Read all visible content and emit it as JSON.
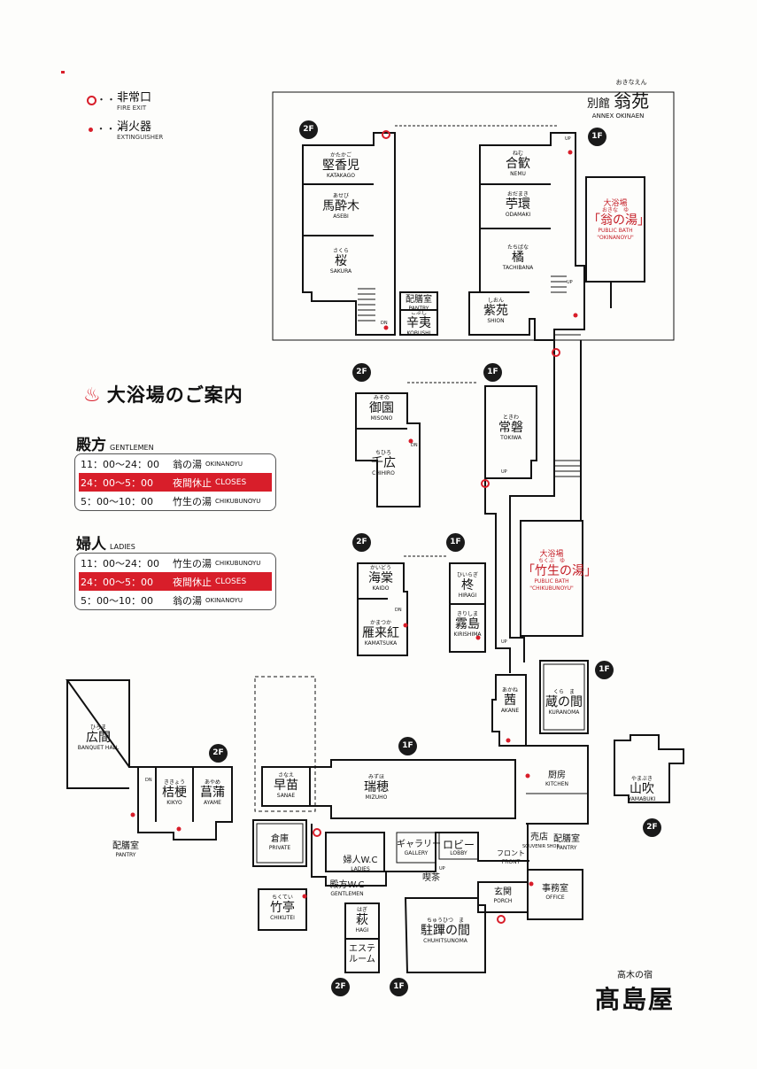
{
  "legend": {
    "fire_exit": {
      "jp": "非常口",
      "en": "FIRE EXIT"
    },
    "extinguisher": {
      "jp": "消火器",
      "en": "EXTINGUISHER"
    },
    "dots": "・・・"
  },
  "annex": {
    "rb": "おきなえん",
    "prefix": "別館",
    "name": "翁苑",
    "en": "ANNEX OKINAEN"
  },
  "guide": {
    "title": "大浴場のご案内",
    "icon": "♨",
    "gentlemen": {
      "head_jp": "殿方",
      "head_en": "GENTLEMEN",
      "rows": [
        {
          "time": "11：00〜24：00",
          "bath": "翁の湯",
          "en": "OKINANOYU"
        },
        {
          "time": "24：00〜5：00",
          "bath": "夜間休止",
          "en": "CLOSES"
        },
        {
          "time": "5：00〜10：00",
          "bath": "竹生の湯",
          "en": "CHIKUBUNOYU"
        }
      ]
    },
    "ladies": {
      "head_jp": "婦人",
      "head_en": "LADIES",
      "rows": [
        {
          "time": "11：00〜24：00",
          "bath": "竹生の湯",
          "en": "CHIKUBUNOYU"
        },
        {
          "time": "24：00〜5：00",
          "bath": "夜間休止",
          "en": "CLOSES"
        },
        {
          "time": "5：00〜10：00",
          "bath": "翁の湯",
          "en": "OKINANOYU"
        }
      ]
    }
  },
  "floors": {
    "f1": "1F",
    "f2": "2F"
  },
  "rooms": {
    "katakago": {
      "rb": "かたかご",
      "jp": "堅香児",
      "en": "KATAKAGO"
    },
    "asebi": {
      "rb": "あせび",
      "jp": "馬酔木",
      "en": "ASEBI"
    },
    "sakura": {
      "rb": "さくら",
      "jp": "桜",
      "en": "SAKURA"
    },
    "pantry_a": {
      "jp": "配膳室",
      "en": "PANTRY"
    },
    "kobushi": {
      "rb": "こぶし",
      "jp": "辛夷",
      "en": "KOBUSHI"
    },
    "nemu": {
      "rb": "ねむ",
      "jp": "合歓",
      "en": "NEMU"
    },
    "odamaki": {
      "rb": "おだまき",
      "jp": "苧環",
      "en": "ODAMAKI"
    },
    "tachibana": {
      "rb": "たちばな",
      "jp": "橘",
      "en": "TACHIBANA"
    },
    "shion": {
      "rb": "しおん",
      "jp": "紫苑",
      "en": "SHION"
    },
    "okinanoyu": {
      "head": "大浴場",
      "rb": "おきな　ゆ",
      "jp": "「翁の湯」",
      "en1": "PUBLIC BATH",
      "en2": "\"OKINANOYU\""
    },
    "misono": {
      "rb": "みその",
      "jp": "御園",
      "en": "MISONO"
    },
    "chihiro": {
      "rb": "ちひろ",
      "jp": "千広",
      "en": "CHIHIRO"
    },
    "tokiwa": {
      "rb": "ときわ",
      "jp": "常磐",
      "en": "TOKIWA"
    },
    "kaido": {
      "rb": "かいどう",
      "jp": "海棠",
      "en": "KAIDO"
    },
    "kamatsuka": {
      "rb": "かまつか",
      "jp": "雁来紅",
      "en": "KAMATSUKA"
    },
    "hiiragi": {
      "rb": "ひいらぎ",
      "jp": "柊",
      "en": "HIRAGI"
    },
    "kirishima": {
      "rb": "きりしま",
      "jp": "霧島",
      "en": "KIRISHIMA"
    },
    "chikubunoyu": {
      "head": "大浴場",
      "rb": "ちくぶ　ゆ",
      "jp": "「竹生の湯」",
      "en1": "PUBLIC BATH",
      "en2": "\"CHIKUBUNOYU\""
    },
    "akane": {
      "rb": "あかね",
      "jp": "茜",
      "en": "AKANE"
    },
    "kuranoma": {
      "rb": "くら　ま",
      "jp": "蔵の間",
      "en": "KURANOMA"
    },
    "hiroma": {
      "rb": "ひろま",
      "jp": "広間",
      "en": "BANQUET HALL"
    },
    "kikyo": {
      "rb": "ききょう",
      "jp": "桔梗",
      "en": "KIKYO"
    },
    "ayame": {
      "rb": "あやめ",
      "jp": "菖蒲",
      "en": "AYAME"
    },
    "pantry_b": {
      "jp": "配膳室",
      "en": "PANTRY"
    },
    "sanae": {
      "rb": "さなえ",
      "jp": "早苗",
      "en": "SANAE"
    },
    "mizuho": {
      "rb": "みずほ",
      "jp": "瑞穂",
      "en": "MIZUHO"
    },
    "kitchen": {
      "jp": "厨房",
      "en": "KITCHEN"
    },
    "yamabuki": {
      "rb": "やまぶき",
      "jp": "山吹",
      "en": "YAMABUKI"
    },
    "private": {
      "jp": "倉庫",
      "en": "PRIVATE"
    },
    "ladies_wc": {
      "jp": "婦人W.C",
      "en": "LADIES"
    },
    "gentlemen_wc": {
      "jp": "殿方W.C",
      "en": "GENTLEMEN"
    },
    "gallery": {
      "jp": "ギャラリー",
      "en": "GALLERY"
    },
    "lobby": {
      "jp": "ロビー",
      "en": "LOBBY"
    },
    "kissa": {
      "jp": "喫茶"
    },
    "front": {
      "jp": "フロント",
      "en": "FRONT"
    },
    "shop": {
      "jp": "売店",
      "en": "SOUVENIR SHOP"
    },
    "pantry_c": {
      "jp": "配膳室",
      "en": "PANTRY"
    },
    "chikutei": {
      "rb": "ちくてい",
      "jp": "竹亭",
      "en": "CHIKUTEI"
    },
    "hagi": {
      "rb": "はぎ",
      "jp": "萩",
      "en": "HAGI"
    },
    "esthe": {
      "jp": "エステ\nルーム"
    },
    "chuhitsu": {
      "rb": "ちゅうひつ　ま",
      "jp": "駐蹕の間",
      "en": "CHUHITSUNOMA"
    },
    "porch": {
      "jp": "玄関",
      "en": "PORCH"
    },
    "office": {
      "jp": "事務室",
      "en": "OFFICE"
    }
  },
  "markers": {
    "up": "UP",
    "dn": "DN"
  },
  "brand": {
    "sub": "高木の宿",
    "main": "髙島屋"
  },
  "colors": {
    "accent": "#d81e2a",
    "line": "#111111"
  }
}
